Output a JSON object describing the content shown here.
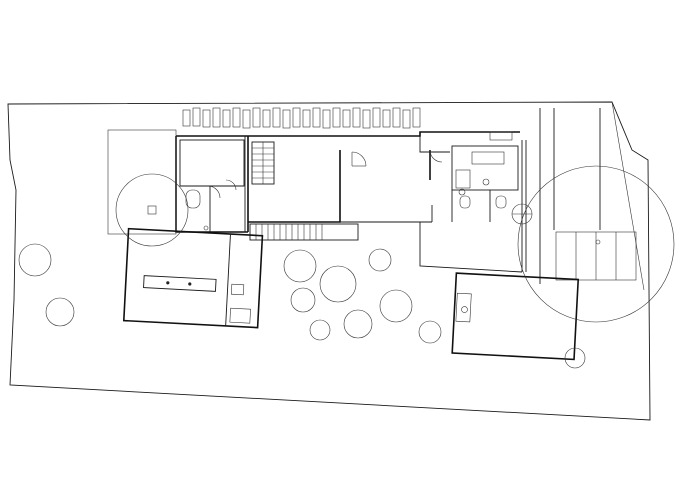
{
  "drawing": {
    "type": "site floor plan",
    "line_color": "#1a1a1a",
    "background": "#ffffff"
  },
  "trees": {
    "small_count": 14,
    "large_canopy_count": 2
  },
  "stairs": {
    "flights": 2
  }
}
